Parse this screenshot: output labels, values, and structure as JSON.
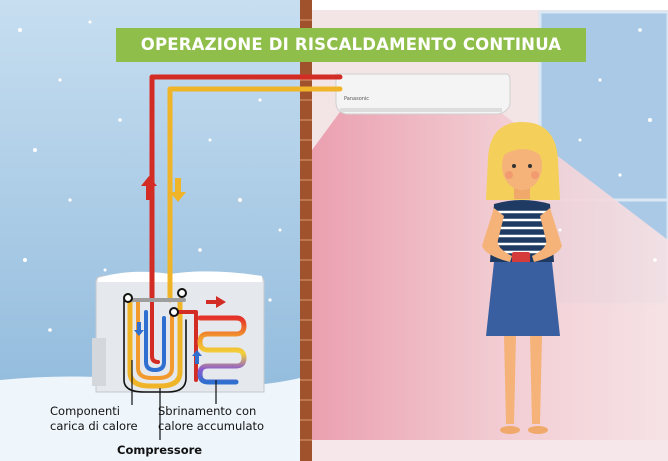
{
  "header": {
    "title": "OPERAZIONE DI RISCALDAMENTO CONTINUA"
  },
  "indoor_unit": {
    "brand": "Panasonic"
  },
  "labels": {
    "components_line1": "Componenti",
    "components_line2": "carica di calore",
    "defrost_line1": "Sbrinamento con",
    "defrost_line2": "calore accumulato",
    "compressor": "Compressore"
  },
  "colors": {
    "banner": "#8fbe4a",
    "hot_pipe": "#d32c24",
    "cold_pipe": "#f0b429",
    "wall": "#a0522d",
    "sky": "#9fc5e3",
    "warm_room": "#f0c7cd"
  },
  "icons": [
    "arrow-up-icon",
    "arrow-down-icon",
    "arrow-right-icon",
    "snowflake-icon"
  ]
}
